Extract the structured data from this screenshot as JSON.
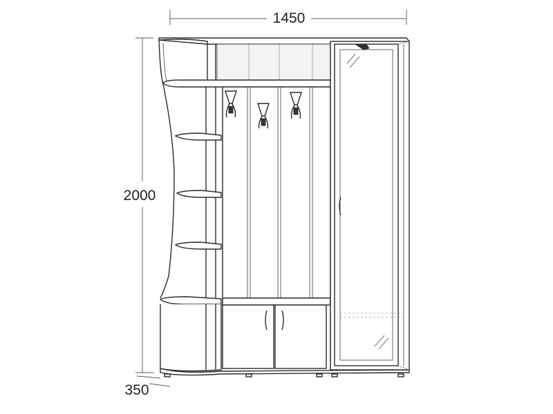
{
  "dimensions": {
    "width_label": "1450",
    "height_label": "2000",
    "depth_label": "350"
  },
  "components": {
    "hooks": [
      "hook",
      "hook",
      "hook"
    ],
    "side_shelves": [
      "shelf",
      "shelf",
      "shelf",
      "shelf"
    ],
    "lower_doors": [
      "door",
      "door"
    ]
  }
}
